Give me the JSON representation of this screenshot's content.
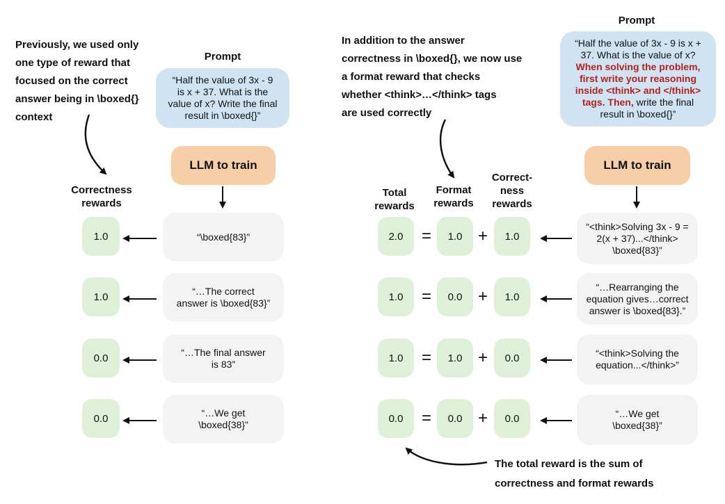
{
  "left": {
    "note_lines": [
      "Previously, we used only",
      "one type of reward that",
      "focused on the correct",
      "answer being in \\boxed{}",
      "context"
    ],
    "prompt_heading": "Prompt",
    "prompt_lines": [
      "“Half the value of 3x - 9",
      "is  x + 37. What is the",
      "value of x? Write the final",
      "result in \\boxed{}”"
    ],
    "llm_label": "LLM to train",
    "rewards_heading_lines": [
      "Correctness",
      "rewards"
    ],
    "rows": [
      {
        "reward": "1.0",
        "response_lines": [
          "“\\boxed{83}”"
        ]
      },
      {
        "reward": "1.0",
        "response_lines": [
          "“…The correct",
          "answer is \\boxed{83}”"
        ]
      },
      {
        "reward": "0.0",
        "response_lines": [
          "“…The final answer",
          "is 83”"
        ]
      },
      {
        "reward": "0.0",
        "response_lines": [
          "“…We get",
          "\\boxed{38}”"
        ]
      }
    ]
  },
  "right": {
    "note_lines": [
      "In addition to the answer",
      "correctness in \\boxed{}, we now use",
      "a format reward that checks",
      "whether <think>…</think> tags",
      "are used correctly"
    ],
    "prompt_heading": "Prompt",
    "prompt_line1": "“Half the value of 3x - 9 is  x +",
    "prompt_line2": "37. What is the value of x?",
    "prompt_red1": "When solving the problem,",
    "prompt_red2": "first write your reasoning",
    "prompt_red3": "inside <think> and </think>",
    "prompt_red4": "tags. Then,",
    "prompt_tail4": " write the final",
    "prompt_line5": "result in \\boxed{}”",
    "llm_label": "LLM to train",
    "total_heading_lines": [
      "Total",
      "rewards"
    ],
    "format_heading_lines": [
      "Format",
      "rewards"
    ],
    "correct_heading_lines": [
      "Correct-",
      "ness",
      "rewards"
    ],
    "equals": "=",
    "plus": "+",
    "rows": [
      {
        "total": "2.0",
        "format": "1.0",
        "correct": "1.0",
        "response_lines": [
          "“<think>Solving 3x - 9 =",
          "2(x + 37)...</think>",
          "\\boxed{83}”"
        ]
      },
      {
        "total": "1.0",
        "format": "0.0",
        "correct": "1.0",
        "response_lines": [
          "“…Rearranging the",
          "equation gives…correct",
          "answer is \\boxed{83}.”"
        ]
      },
      {
        "total": "1.0",
        "format": "1.0",
        "correct": "0.0",
        "response_lines": [
          "“<think>Solving the",
          "equation...</think>”"
        ]
      },
      {
        "total": "0.0",
        "format": "0.0",
        "correct": "0.0",
        "response_lines": [
          "“…We get",
          "\\boxed{38}”"
        ]
      }
    ],
    "bottom_note_lines": [
      "The total reward is the sum of",
      "correctness and format rewards"
    ]
  }
}
